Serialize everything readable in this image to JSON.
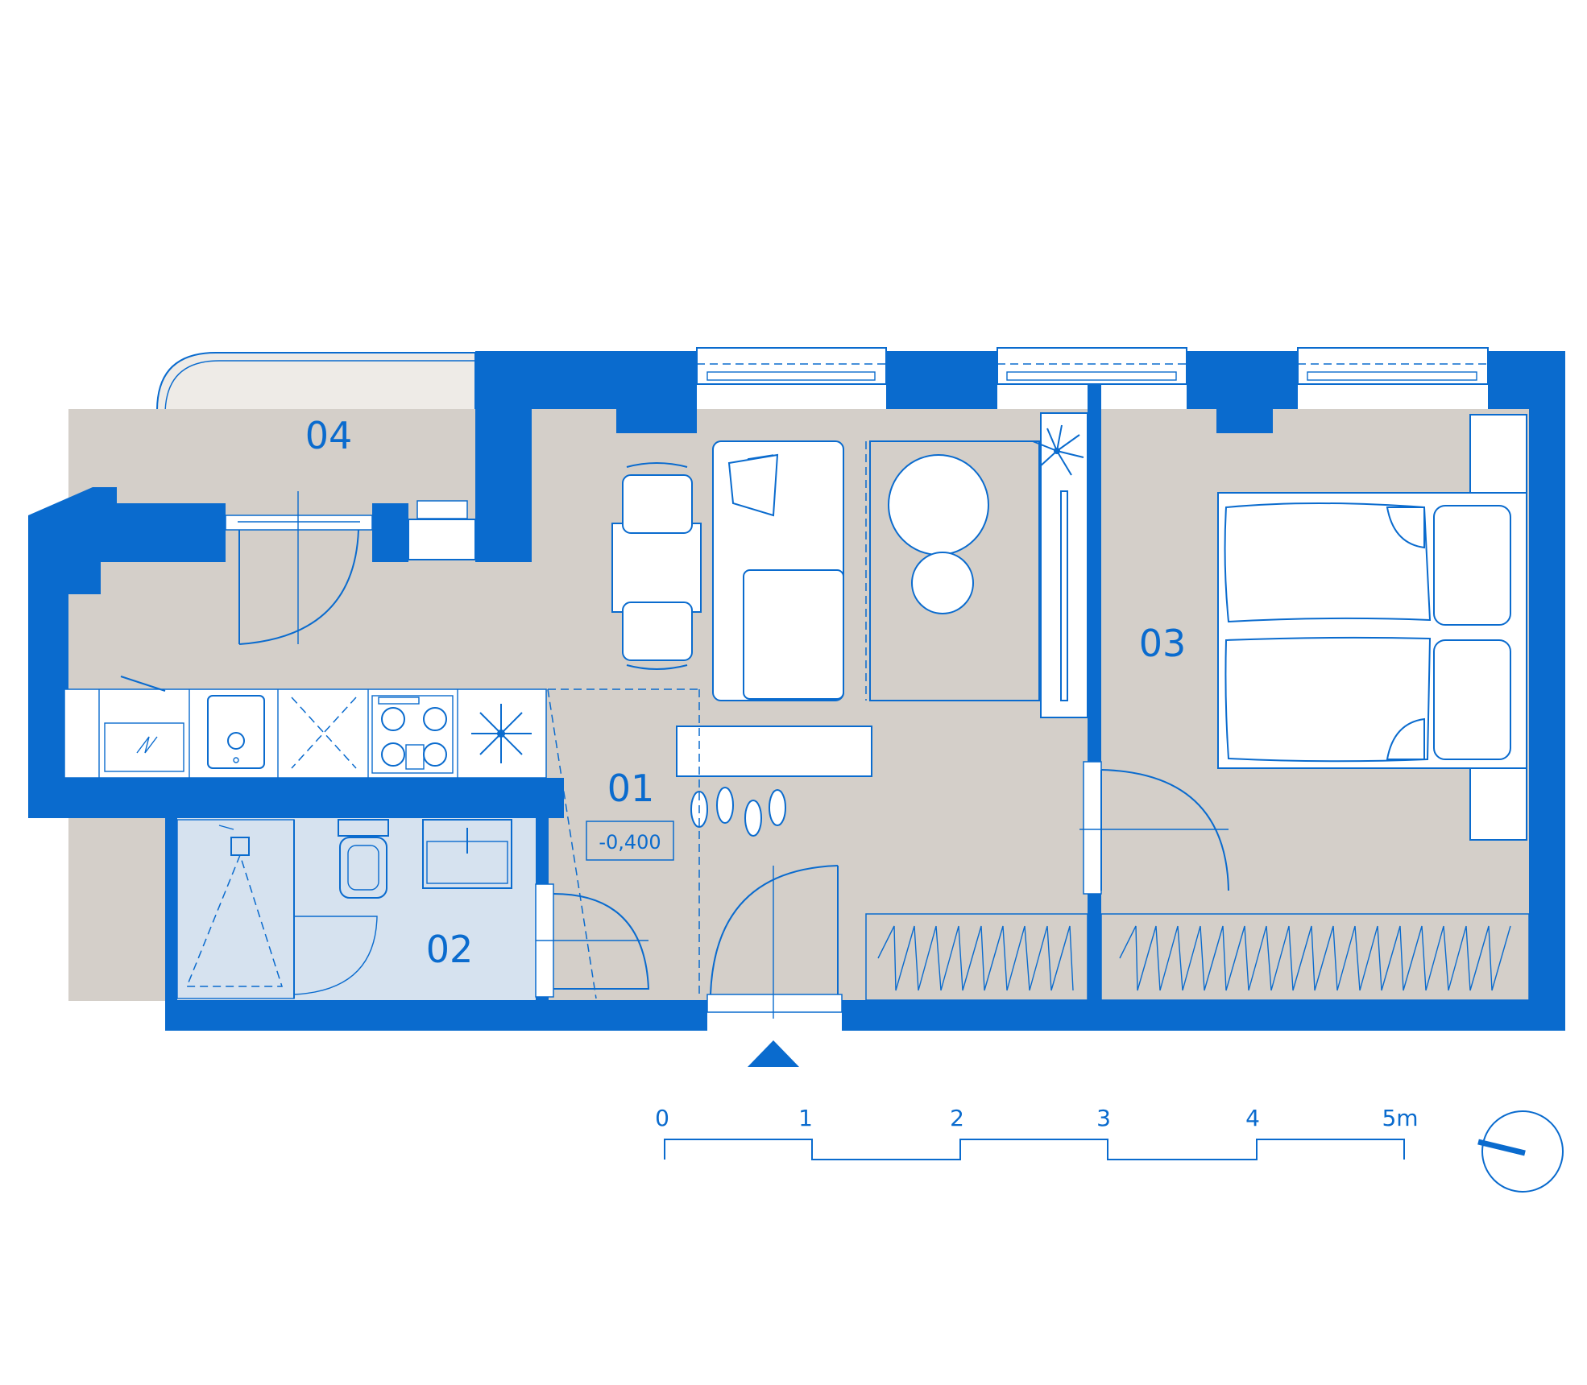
{
  "plan": {
    "colors": {
      "wall": "#0a6bce",
      "floor": "#d4cfc9",
      "bathroom_floor": "#d6e2ef",
      "balcony_floor": "#eeebe7",
      "line": "#0a6bce"
    },
    "rooms": [
      {
        "id": "room-01",
        "label": "01"
      },
      {
        "id": "room-02",
        "label": "02"
      },
      {
        "id": "room-03",
        "label": "03"
      },
      {
        "id": "room-04",
        "label": "04"
      }
    ],
    "level_marker": "-0,400",
    "scale_bar": {
      "ticks": [
        "0",
        "1",
        "2",
        "3",
        "4",
        "5m"
      ]
    },
    "compass": {
      "icon": "north-arrow-icon"
    },
    "entrance": {
      "icon": "entrance-triangle-icon"
    }
  }
}
